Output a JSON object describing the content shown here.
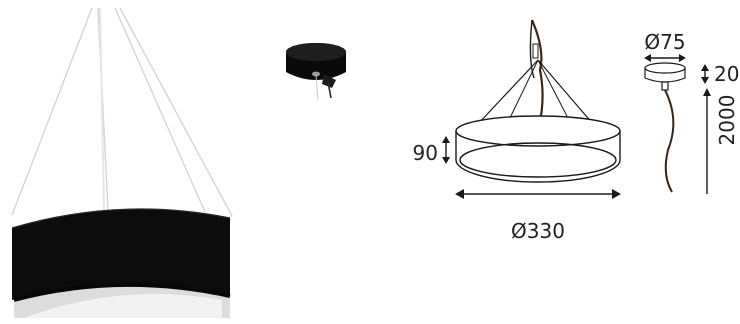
{
  "dimensions": {
    "height_label": "90",
    "diameter_label": "Ø330",
    "canopy_diameter_label": "Ø75",
    "canopy_height_label": "20",
    "cable_length_label": "2000"
  },
  "colors": {
    "shade": "#0c0c0c",
    "diffuser": "#eeeeee",
    "cable": "#3a2418",
    "line": "#1a1a1a"
  }
}
